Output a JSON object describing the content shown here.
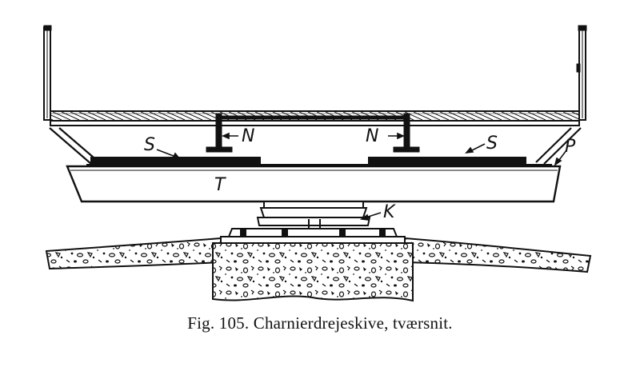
{
  "figure": {
    "caption": "Fig. 105. Charnierdrejeskive, tværsnit.",
    "labels": {
      "n_left": "N",
      "n_right": "N",
      "s_left": "S",
      "s_right": "S",
      "t": "T",
      "p": "P",
      "k": "K"
    },
    "colors": {
      "ink": "#111111",
      "paper": "#ffffff"
    }
  }
}
